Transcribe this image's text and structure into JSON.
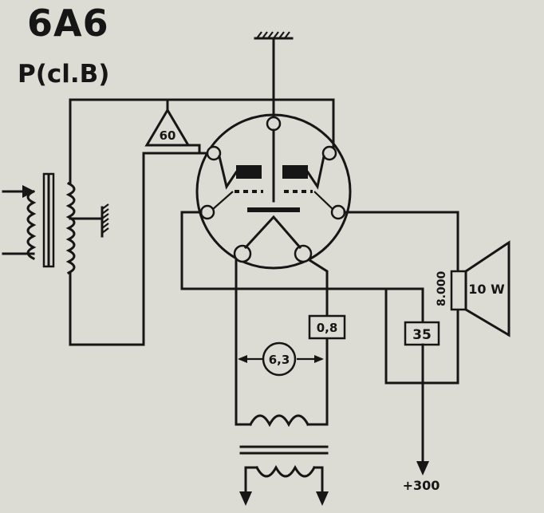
{
  "header": {
    "tube_type": "6A6",
    "operation_class": "P(cl.B)"
  },
  "labels": {
    "bias_resistor": "60",
    "heater_voltage": "6,3",
    "heater_current": "0,8",
    "output_resistor": "35",
    "speaker_impedance": "8.000",
    "speaker_power": "10 W",
    "supply_voltage": "+300"
  },
  "colors": {
    "ink": "#161616",
    "paper": "#dcdcd4"
  }
}
